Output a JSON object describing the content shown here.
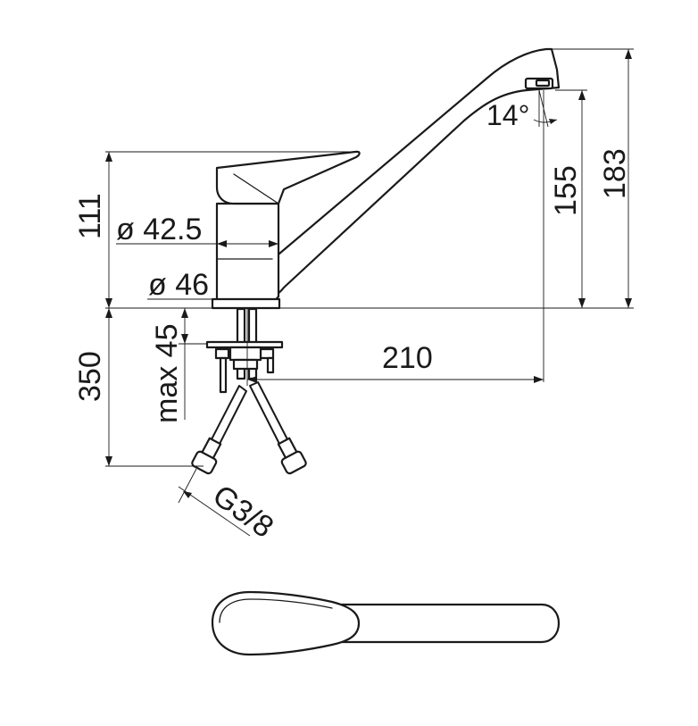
{
  "dimensions": {
    "spout_angle": "14°",
    "height_to_aerator": "155",
    "total_height": "183",
    "body_height": "111",
    "body_diameter": "ø 42.5",
    "base_diameter": "ø 46",
    "max_deck_thickness": "max 45",
    "spout_reach": "210",
    "hose_length": "350",
    "connection_thread": "G3/8"
  }
}
